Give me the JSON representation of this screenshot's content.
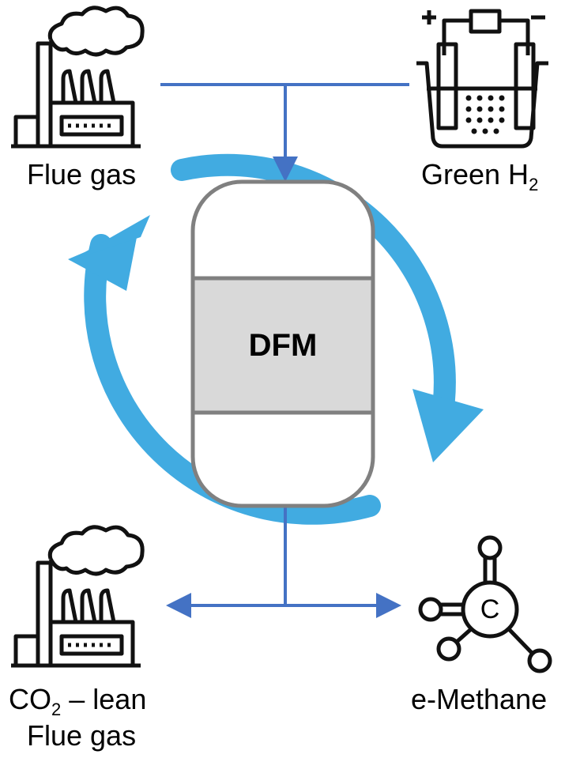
{
  "labels": {
    "flue_gas": "Flue gas",
    "green_h2_main": "Green H",
    "green_h2_sub": "2",
    "co2_main": "CO",
    "co2_sub": "2",
    "co2_rest": " – lean",
    "lean_flue_gas_line2": "Flue gas",
    "e_methane": "e-Methane",
    "methane_atom": "C",
    "reactor": "DFM"
  },
  "colors": {
    "cycle_arrow": "#41ABE1",
    "flow_lines": "#4472C4",
    "vessel_outline": "#808080",
    "vessel_band": "#D9D9D9",
    "icons": "#111111"
  },
  "icons": [
    "factory-icon",
    "electrolyzer-icon",
    "factory-icon",
    "methane-molecule-icon"
  ]
}
